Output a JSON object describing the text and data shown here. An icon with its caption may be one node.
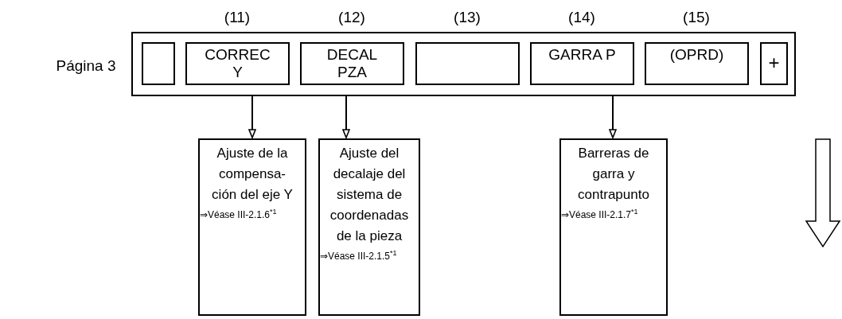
{
  "diagram": {
    "nodes": [
      {
        "text": [],
        "shape": "box",
        "beside": [
          "Página 3"
        ]
      },
      {
        "text": [],
        "shape": "box",
        "in": 0
      },
      {
        "text": [
          "CORREC Y"
        ],
        "in": 0,
        "beside": [
          "(11)"
        ]
      },
      {
        "text": [
          "DECAL PZA"
        ],
        "in": 0,
        "beside": [
          "(12)"
        ]
      },
      {
        "text": [],
        "shape": "box",
        "in": 0,
        "beside": [
          "(13)"
        ]
      },
      {
        "text": [
          "GARRA P"
        ],
        "in": 0,
        "beside": [
          "(14)"
        ]
      },
      {
        "text": [
          "(OPRD)"
        ],
        "in": 0,
        "beside": [
          "(15)"
        ]
      },
      {
        "text": [
          "+"
        ],
        "in": 0
      },
      {
        "text": [
          "Ajuste de la compensa- ción del eje Y",
          "⇒Véase III-2.1.6$^{*1}$"
        ]
      },
      {
        "text": [
          "Ajuste del decalaje del sistema de coordenadas de la pieza",
          "⇒Véase III-2.1.5$^{*1}$"
        ]
      },
      {
        "text": [
          "Barreras de garra y contrapunto",
          "⇒Véase III-2.1.7$^{*1}$"
        ]
      }
    ],
    "edges": [
      {
        "from": 2,
        "to": 8,
        "arrow": "to"
      },
      {
        "from": 3,
        "to": 9,
        "arrow": "to"
      },
      {
        "from": 5,
        "to": 10,
        "arrow": "to"
      }
    ]
  }
}
